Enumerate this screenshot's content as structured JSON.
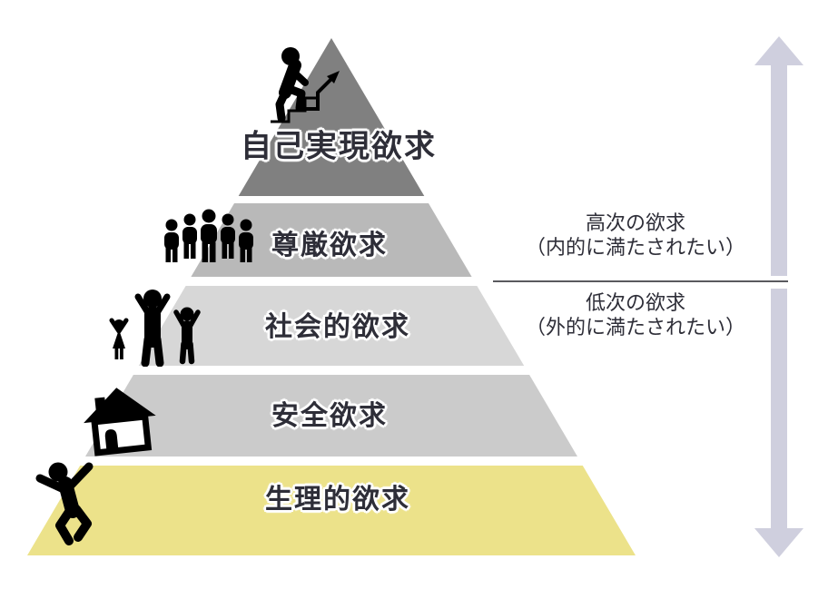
{
  "diagram": {
    "type": "pyramid-hierarchy",
    "levels": [
      {
        "name": "self-actualization",
        "label": "自己実現欲求",
        "fill": "#808080",
        "icon": "stairs-climbing-person-icon"
      },
      {
        "name": "esteem",
        "label": "尊厳欲求",
        "fill": "#b9b9b9",
        "icon": "group-of-people-icon"
      },
      {
        "name": "social",
        "label": "社会的欲求",
        "fill": "#d7d7d7",
        "icon": "family-icon"
      },
      {
        "name": "safety",
        "label": "安全欲求",
        "fill": "#cbcbcb",
        "icon": "house-icon"
      },
      {
        "name": "physiological",
        "label": "生理的欲求",
        "fill": "#ece28a",
        "icon": "jumping-person-icon"
      }
    ],
    "label_text_color": "#2e2e38",
    "annotations": {
      "text_color": "#2e2e38",
      "higher": {
        "line1": "高次の欲求",
        "line2": "（内的に満たされたい）"
      },
      "lower": {
        "line1": "低次の欲求",
        "line2": "（外的に満たされたい）"
      }
    },
    "divider": {
      "color": "#5a5a5e"
    },
    "arrow": {
      "color": "#cfcfde",
      "icon": "vertical-double-arrow-icon"
    },
    "icon_color": "#000000"
  }
}
